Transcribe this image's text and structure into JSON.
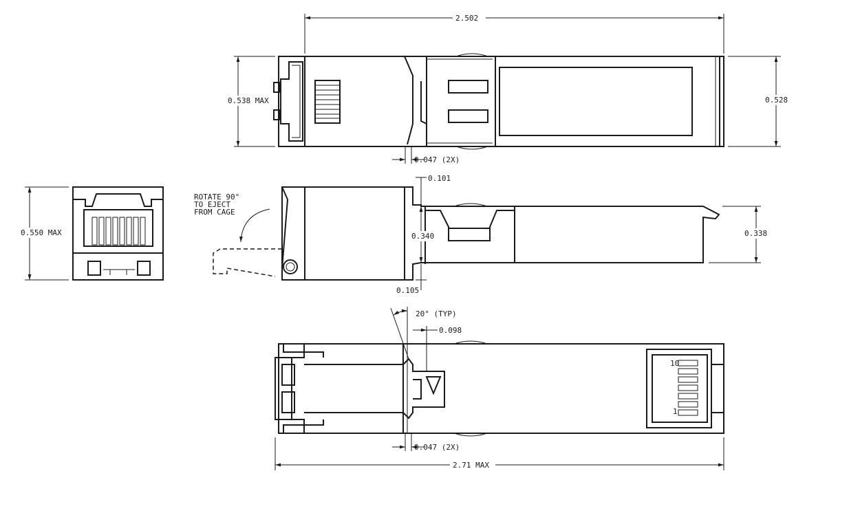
{
  "dimensions": {
    "top_length": "2.502",
    "top_height_left": "0.538 MAX",
    "top_height_right": "0.528",
    "top_step": "0.047 (2X)",
    "end_height": "0.550 MAX",
    "side_top_offset": "0.101",
    "side_height": "0.340",
    "side_bottom_offset": "0.105",
    "side_right_height": "0.338",
    "bottom_angle": "20° (TYP)",
    "bottom_latch": "0.098",
    "bottom_step": "0.047 (2X)",
    "bottom_length": "2.71 MAX"
  },
  "notes": {
    "rotate_line1": "ROTATE 90°",
    "rotate_line2": "TO EJECT",
    "rotate_line3": "FROM CAGE"
  },
  "pins": {
    "pin_top": "10",
    "pin_bottom": "1"
  }
}
